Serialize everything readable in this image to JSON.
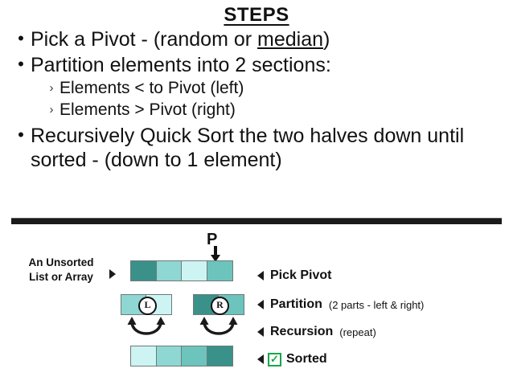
{
  "title": "STEPS",
  "bullets": [
    {
      "marker": "•",
      "level": 1,
      "parts": [
        {
          "text": "Pick a Pivot - (random or ",
          "underline": false
        },
        {
          "text": "median",
          "underline": true
        },
        {
          "text": ")",
          "underline": false
        }
      ]
    },
    {
      "marker": "•",
      "level": 1,
      "parts": [
        {
          "text": "Partition elements into 2 sections:",
          "underline": false
        }
      ]
    },
    {
      "marker": "›",
      "level": 2,
      "parts": [
        {
          "text": "Elements < to Pivot (left)",
          "underline": false
        }
      ]
    },
    {
      "marker": "›",
      "level": 2,
      "parts": [
        {
          "text": "Elements > Pivot (right)",
          "underline": false
        }
      ]
    },
    {
      "marker": "•",
      "level": 1,
      "parts": [
        {
          "text": "Recursively Quick Sort the two halves down until sorted - (down to 1 element)",
          "underline": false
        }
      ]
    }
  ],
  "diagram": {
    "caption": "An Unsorted\nList or Array",
    "caption_line1": "An Unsorted",
    "caption_line2": "List or Array",
    "pivot_label": "P",
    "badge_left": "L",
    "badge_right": "R",
    "rows": {
      "unsorted": {
        "name": "unsorted-array",
        "cells": [
          "#3a9189",
          "#8fd7d2",
          "#cdf4f2",
          "#6cc4bd"
        ]
      },
      "left": {
        "name": "left-partition",
        "cells": [
          "#8fd7d2",
          "#cdf4f2"
        ]
      },
      "right": {
        "name": "right-partition",
        "cells": [
          "#3a9189",
          "#6cc4bd"
        ]
      },
      "sorted": {
        "name": "sorted-array",
        "cells": [
          "#cdf4f2",
          "#8fd7d2",
          "#6cc4bd",
          "#3a9189"
        ]
      }
    }
  },
  "legend": [
    {
      "label": "Pick Pivot",
      "note": ""
    },
    {
      "label": "Partition",
      "note": "(2 parts - left & right)"
    },
    {
      "label": "Recursion",
      "note": "(repeat)"
    },
    {
      "label": "Sorted",
      "note": "",
      "check": "✓"
    }
  ],
  "colors": {
    "teal_dark": "#3a9189",
    "teal_mid": "#6cc4bd",
    "teal_light": "#8fd7d2",
    "teal_lightest": "#cdf4f2",
    "cell_border": "#6d7a7a",
    "rule": "#1a1a1a",
    "check_green": "#17a74a"
  }
}
